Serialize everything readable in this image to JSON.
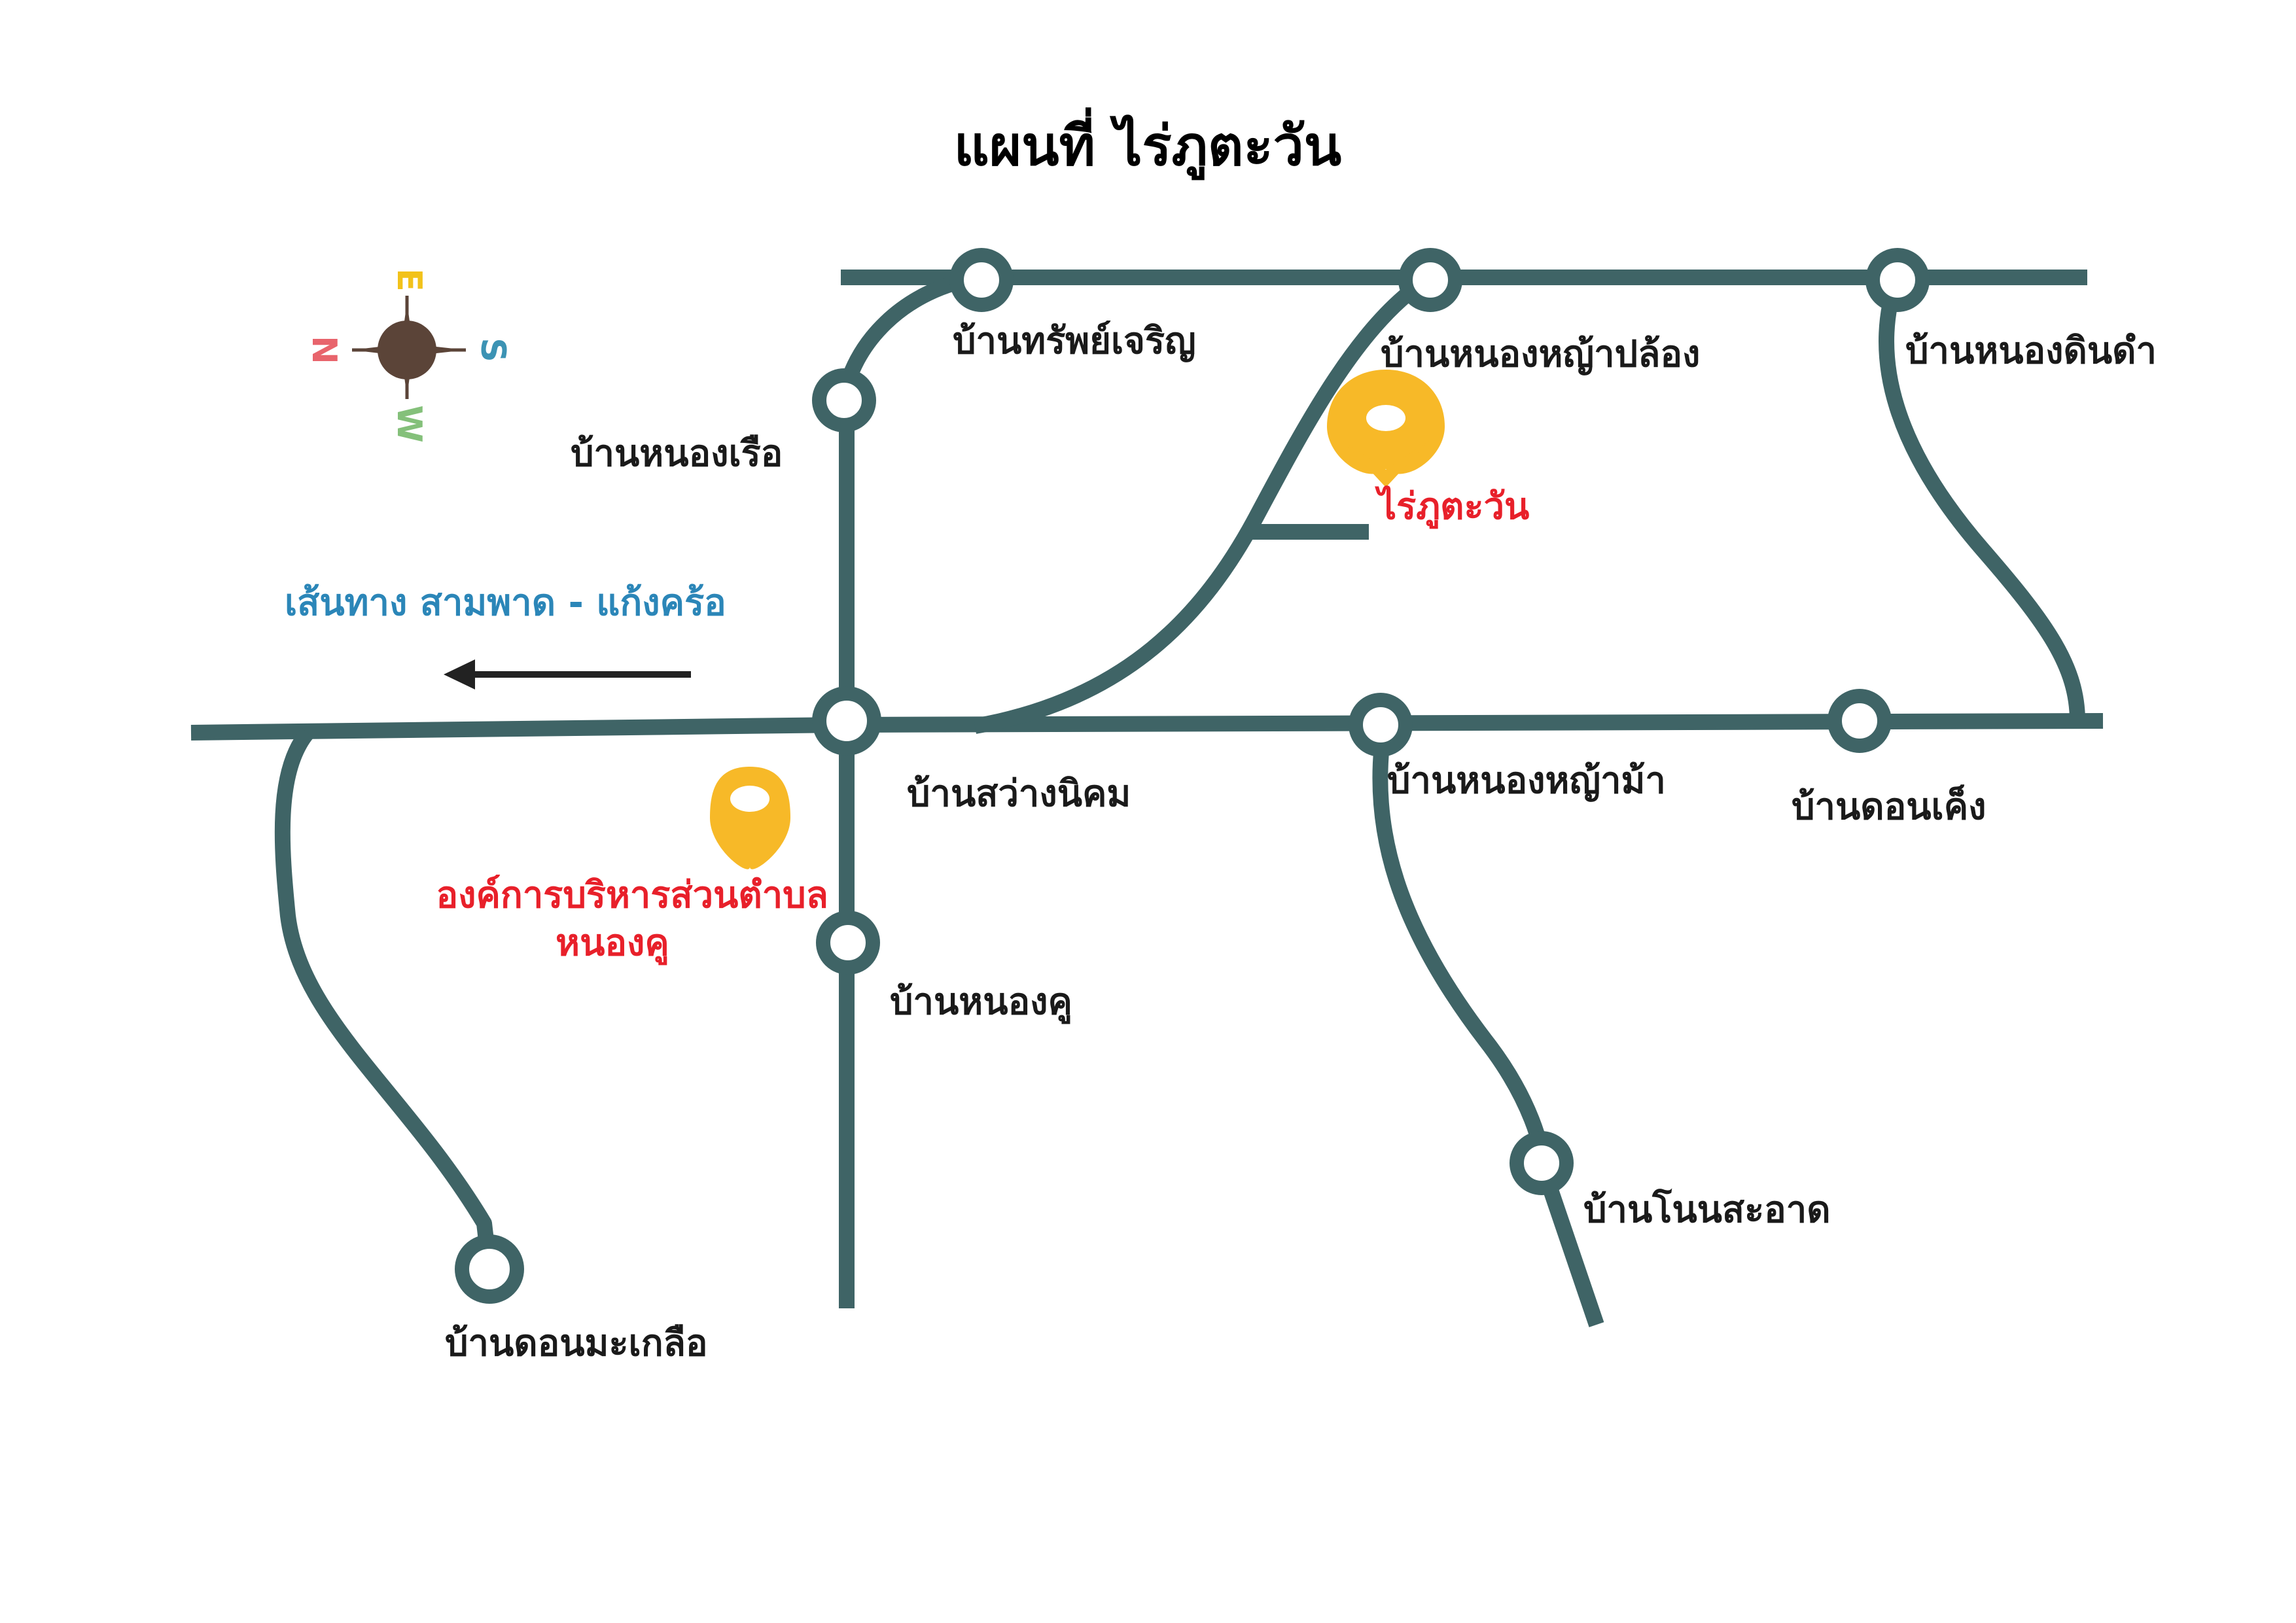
{
  "title": "แผนที่ ไร่ภูตะวัน",
  "colors": {
    "road": "#3f6466",
    "pin": "#f7b928",
    "place_label": "#e8202a",
    "route_label": "#2b86b8",
    "arrow": "#222222",
    "compass_hub": "#5b4438",
    "compass_east": "#f2c21a",
    "compass_north": "#e8646c",
    "compass_south": "#3c93b4",
    "compass_west": "#84c07a"
  },
  "compass": {
    "icon": "compass-rose-icon",
    "east": "E",
    "north": "N",
    "south": "S",
    "west": "W"
  },
  "villages": [
    {
      "id": "sap-charoen",
      "label": "บ้านทรัพย์เจริญ"
    },
    {
      "id": "nong-ya-plong",
      "label": "บ้านหนองหญ้าปล้อง"
    },
    {
      "id": "nong-din-dam",
      "label": "บ้านหนองดินดำ"
    },
    {
      "id": "nong-ruea",
      "label": "บ้านหนองเรือ"
    },
    {
      "id": "sawang-nikhom",
      "label": "บ้านสว่างนิคม"
    },
    {
      "id": "nong-ya-ma",
      "label": "บ้านหนองหญ้าม้า"
    },
    {
      "id": "don-keng",
      "label": "บ้านดอนเค็ง"
    },
    {
      "id": "nong-khu",
      "label": "บ้านหนองคู"
    },
    {
      "id": "non-sa-at",
      "label": "บ้านโนนสะอาด"
    },
    {
      "id": "don-makluea",
      "label": "บ้านดอนมะเกลือ"
    }
  ],
  "places": [
    {
      "id": "rai-phu-tawan",
      "icon": "location-pin-icon",
      "lines": [
        "ไร่ภูตะวัน"
      ]
    },
    {
      "id": "sao-nong-khu",
      "icon": "location-pin-icon",
      "lines": [
        "องค์การบริหารส่วนตำบล",
        "หนองคู"
      ]
    }
  ],
  "route": {
    "label": "เส้นทาง สามพาด - แก้งคร้อ",
    "direction_icon": "arrow-left-icon"
  }
}
